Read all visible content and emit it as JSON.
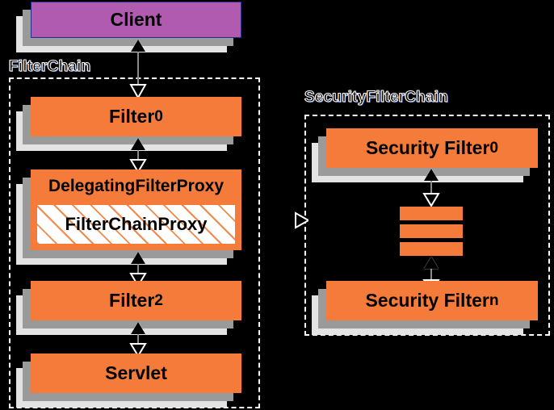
{
  "diagram": {
    "title": "Spring Security FilterChain / SecurityFilterChain architecture",
    "background_color": "#000000",
    "colors": {
      "filter_orange": "#f47b39",
      "client_purple": "#b05bb0",
      "client_border": "#2b2b8f",
      "shadow_dark": "#9a9a9a",
      "shadow_light": "#e3e3e3",
      "group_border": "#ffffff",
      "hatch_fill": "#ffffff",
      "hatch_stroke": "#f2884a",
      "arrow_shaft": "#8a8a8a",
      "arrow_head": "#000000",
      "text": "#000000"
    }
  },
  "groups": [
    {
      "id": "filter-chain",
      "label": "FilterChain"
    },
    {
      "id": "security-filter-chain",
      "label": "SecurityFilterChain"
    }
  ],
  "nodes": {
    "client": {
      "label": "Client",
      "subscript": ""
    },
    "filter0": {
      "label": "Filter",
      "subscript": "0"
    },
    "delegating_filter_proxy": {
      "label": "DelegatingFilterProxy",
      "subscript": ""
    },
    "filter_chain_proxy": {
      "label": "FilterChainProxy",
      "subscript": ""
    },
    "filter2": {
      "label": "Filter",
      "subscript": "2"
    },
    "servlet": {
      "label": "Servlet",
      "subscript": ""
    },
    "security_filter0": {
      "label": "Security Filter",
      "subscript": "0"
    },
    "security_filtern": {
      "label": "Security Filter",
      "subscript": "n"
    }
  },
  "ellipsis_bars": {
    "count": 3,
    "meaning": "additional security filters"
  },
  "connections": [
    {
      "from": "filter0",
      "to": "client",
      "style": "double-arrow"
    },
    {
      "from": "delegating_filter_proxy",
      "to": "filter0",
      "style": "double-arrow"
    },
    {
      "from": "filter2",
      "to": "filter_chain_proxy",
      "style": "double-arrow"
    },
    {
      "from": "servlet",
      "to": "filter2",
      "style": "double-arrow"
    },
    {
      "from": "ellipsis_bars",
      "to": "security_filter0",
      "style": "double-arrow"
    },
    {
      "from": "security_filtern",
      "to": "ellipsis_bars",
      "style": "double-arrow"
    },
    {
      "from": "filter_chain_proxy",
      "to": "security-filter-chain",
      "style": "delegate-arrow"
    }
  ]
}
